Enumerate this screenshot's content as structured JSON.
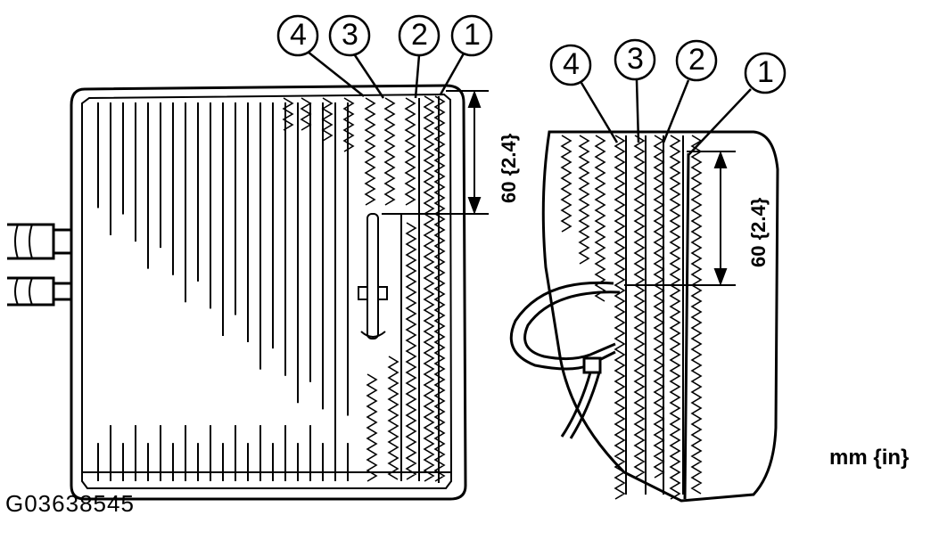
{
  "figure": {
    "code": "G03638545",
    "units_label": "mm {in}",
    "left_view": {
      "callouts": [
        "4",
        "3",
        "2",
        "1"
      ],
      "dimension": "60 {2.4}"
    },
    "right_view": {
      "callouts": [
        "4",
        "3",
        "2",
        "1"
      ],
      "dimension": "60 {2.4}"
    }
  }
}
